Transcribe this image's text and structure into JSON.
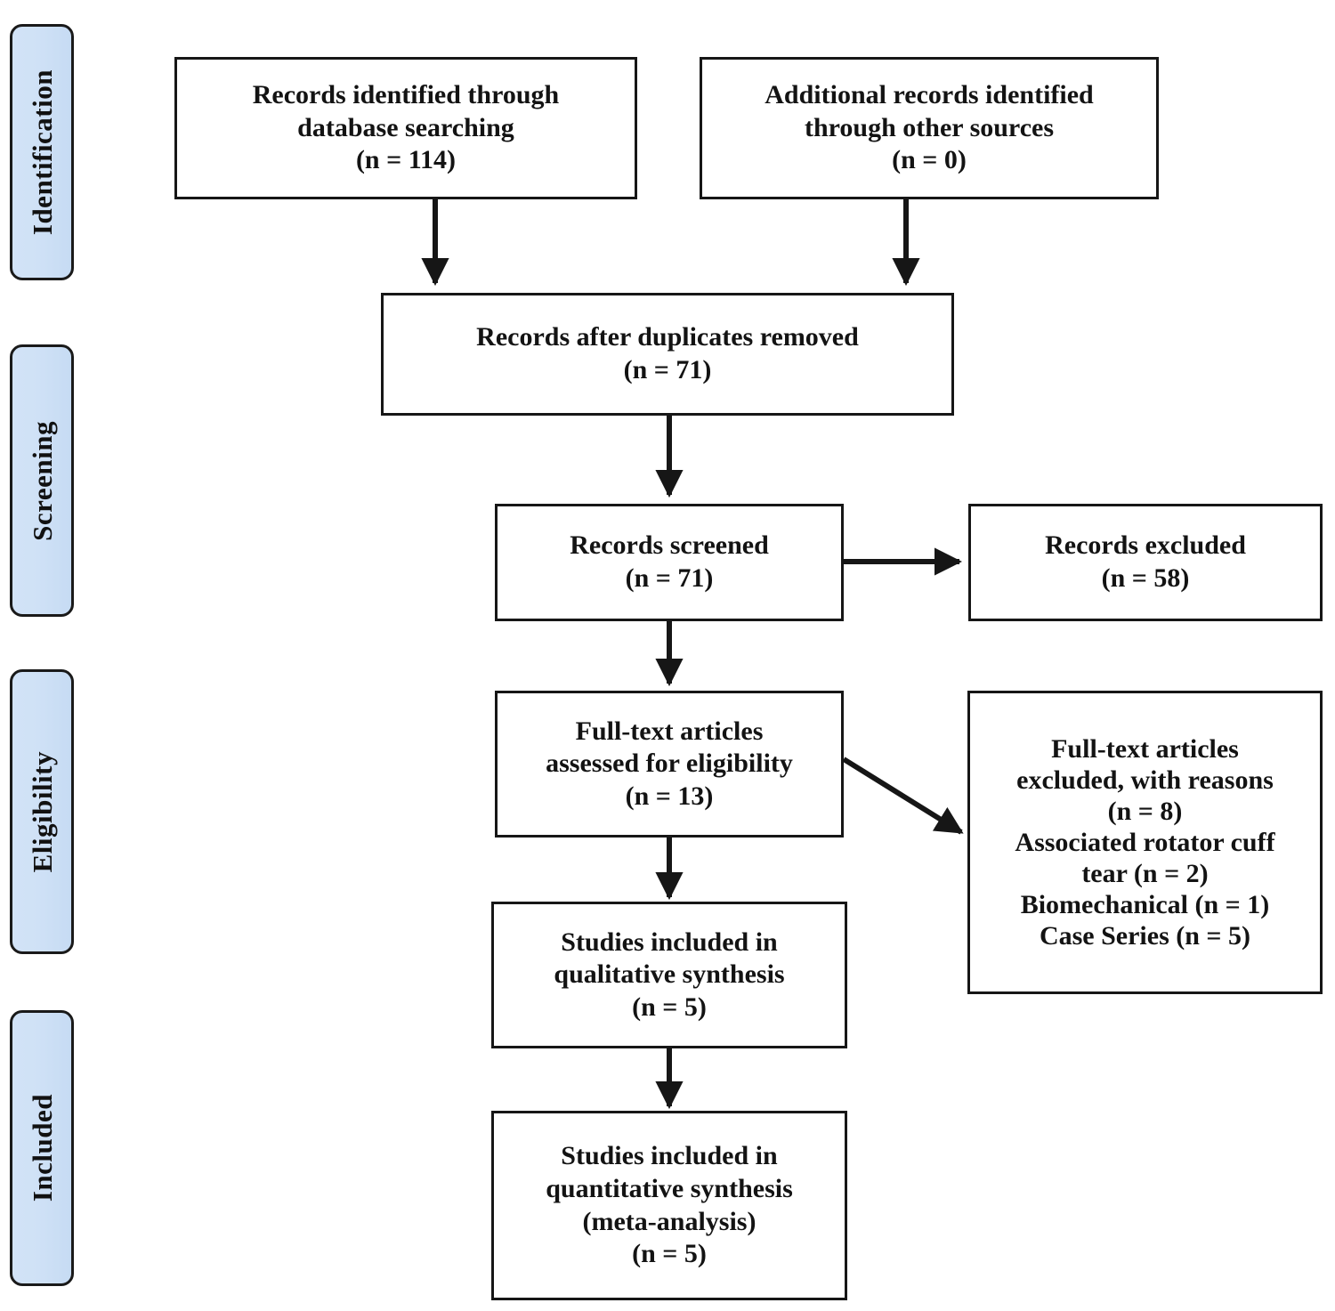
{
  "diagram": {
    "type": "prisma-flow-diagram",
    "accent_color": "#cfe1f6",
    "border_color": "#161616",
    "stages": [
      {
        "id": "identification",
        "label": "Identification"
      },
      {
        "id": "screening",
        "label": "Screening"
      },
      {
        "id": "eligibility",
        "label": "Eligibility"
      },
      {
        "id": "included",
        "label": "Included"
      }
    ],
    "boxes": [
      {
        "id": "records-identified-database",
        "text": "Records identified through\ndatabase searching\n(n = 114)",
        "n": 114
      },
      {
        "id": "records-identified-other",
        "text": "Additional records identified\nthrough other sources\n(n = 0)",
        "n": 0
      },
      {
        "id": "records-after-duplicates",
        "text": "Records after duplicates removed\n(n = 71)",
        "n": 71
      },
      {
        "id": "records-screened",
        "text": "Records screened\n(n = 71)",
        "n": 71
      },
      {
        "id": "records-excluded",
        "text": "Records excluded\n(n = 58)",
        "n": 58
      },
      {
        "id": "fulltext-assessed",
        "text": "Full-text articles\nassessed for eligibility\n(n = 13)",
        "n": 13
      },
      {
        "id": "fulltext-excluded",
        "text": "Full-text articles\nexcluded, with reasons\n(n = 8)\nAssociated rotator cuff\ntear (n = 2)\nBiomechanical (n = 1)\nCase Series (n = 5)",
        "n": 8,
        "reasons": [
          {
            "label": "Associated rotator cuff tear",
            "n": 2
          },
          {
            "label": "Biomechanical",
            "n": 1
          },
          {
            "label": "Case Series",
            "n": 5
          }
        ]
      },
      {
        "id": "qualitative-synthesis",
        "text": "Studies included in\nqualitative synthesis\n(n = 5)",
        "n": 5
      },
      {
        "id": "quantitative-synthesis",
        "text": "Studies included in\nquantitative synthesis\n(meta-analysis)\n(n = 5)",
        "n": 5
      }
    ]
  }
}
